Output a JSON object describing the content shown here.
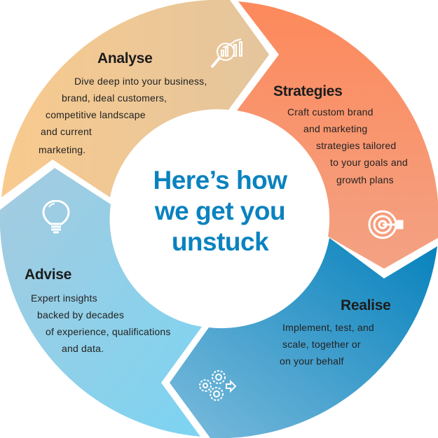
{
  "center_heading": [
    "Here’s how",
    "we get you",
    "unstuck"
  ],
  "segments": {
    "analyse": {
      "title": "Analyse",
      "lines": [
        "Dive deep into your business,",
        "brand, ideal customers,",
        "competitive landscape",
        "and current",
        "marketing."
      ],
      "icon": "magnifier-chart-icon",
      "colors": [
        "#f8ca8e",
        "#e4c59d"
      ]
    },
    "strategies": {
      "title": "Strategies",
      "lines": [
        "Craft custom brand",
        "and marketing",
        "strategies tailored",
        "to your goals and",
        "growth plans"
      ],
      "icon": "target-icon",
      "colors": [
        "#fd895b",
        "#f3a284"
      ]
    },
    "realise": {
      "title": "Realise",
      "lines": [
        "Implement, test, and",
        "scale, together or",
        "on your behalf"
      ],
      "icon": "gears-arrow-icon",
      "colors": [
        "#7bbbdc",
        "#0581bc"
      ]
    },
    "advise": {
      "title": "Advise",
      "lines": [
        "Expert insights",
        "backed by decades",
        "of experience, qualifications",
        "and data."
      ],
      "icon": "lightbulb-icon",
      "colors": [
        "#a5cbdf",
        "#7cd4f2"
      ]
    }
  },
  "heading_color": "#0a82bf"
}
